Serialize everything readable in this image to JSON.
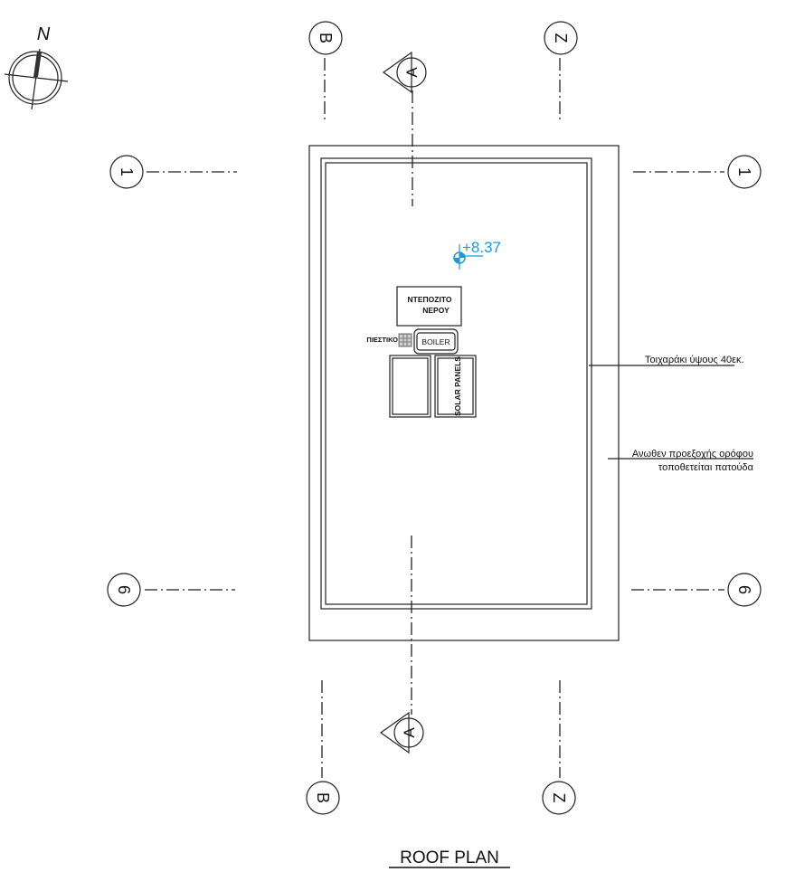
{
  "title": "ROOF PLAN",
  "north_label": "N",
  "grid_labels": {
    "b": "B",
    "z": "Z",
    "one": "1",
    "six": "6"
  },
  "section_label": "A",
  "elevation": "+8.37",
  "elements": {
    "tank": [
      "ΝΤΕΠΟΖΙΤΟ",
      "ΝΕΡΟΥ"
    ],
    "pump": "ΠΙΕΣΤΙΚΟ",
    "boiler": "BOILER",
    "solar": "SOLAR PANELS"
  },
  "notes": {
    "parapet": "Τοιχαράκι ύψους 40εκ.",
    "overhang_1": "Ανωθεν προεξοχής ορόφου",
    "overhang_2": "τοποθετείται πατούδα"
  },
  "colors": {
    "elevation": "#1a9bd7",
    "line": "#222222"
  }
}
